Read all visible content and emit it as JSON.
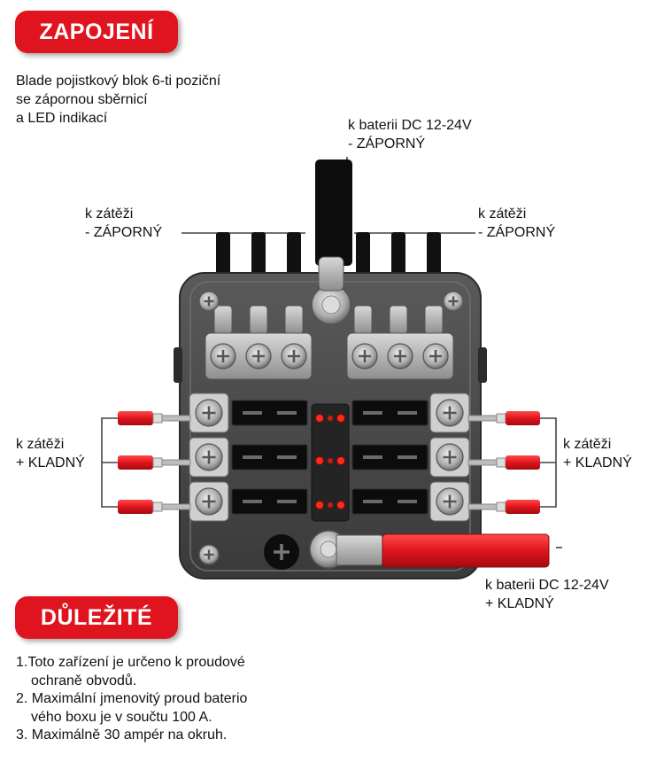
{
  "header": {
    "title": "ZAPOJENÍ"
  },
  "description": {
    "lines": [
      "Blade pojistkový blok 6-ti poziční",
      "se zápornou sběrnicí",
      "a LED indikací"
    ]
  },
  "labels": {
    "battery_negative": [
      "k baterii DC 12-24V",
      "- ZÁPORNÝ"
    ],
    "load_negative_left": [
      "k zátěži",
      "- ZÁPORNÝ"
    ],
    "load_negative_right": [
      "k zátěži",
      "- ZÁPORNÝ"
    ],
    "load_positive_left": [
      "k zátěži",
      "+ KLADNÝ"
    ],
    "load_positive_right": [
      "k zátěži",
      "+ KLADNÝ"
    ],
    "battery_positive": [
      "k baterii DC 12-24V",
      "+ KLADNÝ"
    ]
  },
  "important": {
    "title": "DŮLEŽITÉ",
    "notes": [
      "1.Toto zařízení je určeno k proudové",
      "ochraně obvodů.",
      "2. Maximální jmenovitý proud baterio",
      "vého boxu je v součtu 100 A.",
      "3. Maximálně 30 ampér na okruh."
    ]
  },
  "colors": {
    "accent": "#e0141e",
    "wire_positive": "#e0141e",
    "wire_negative": "#111111",
    "led": "#ff2a1a"
  }
}
